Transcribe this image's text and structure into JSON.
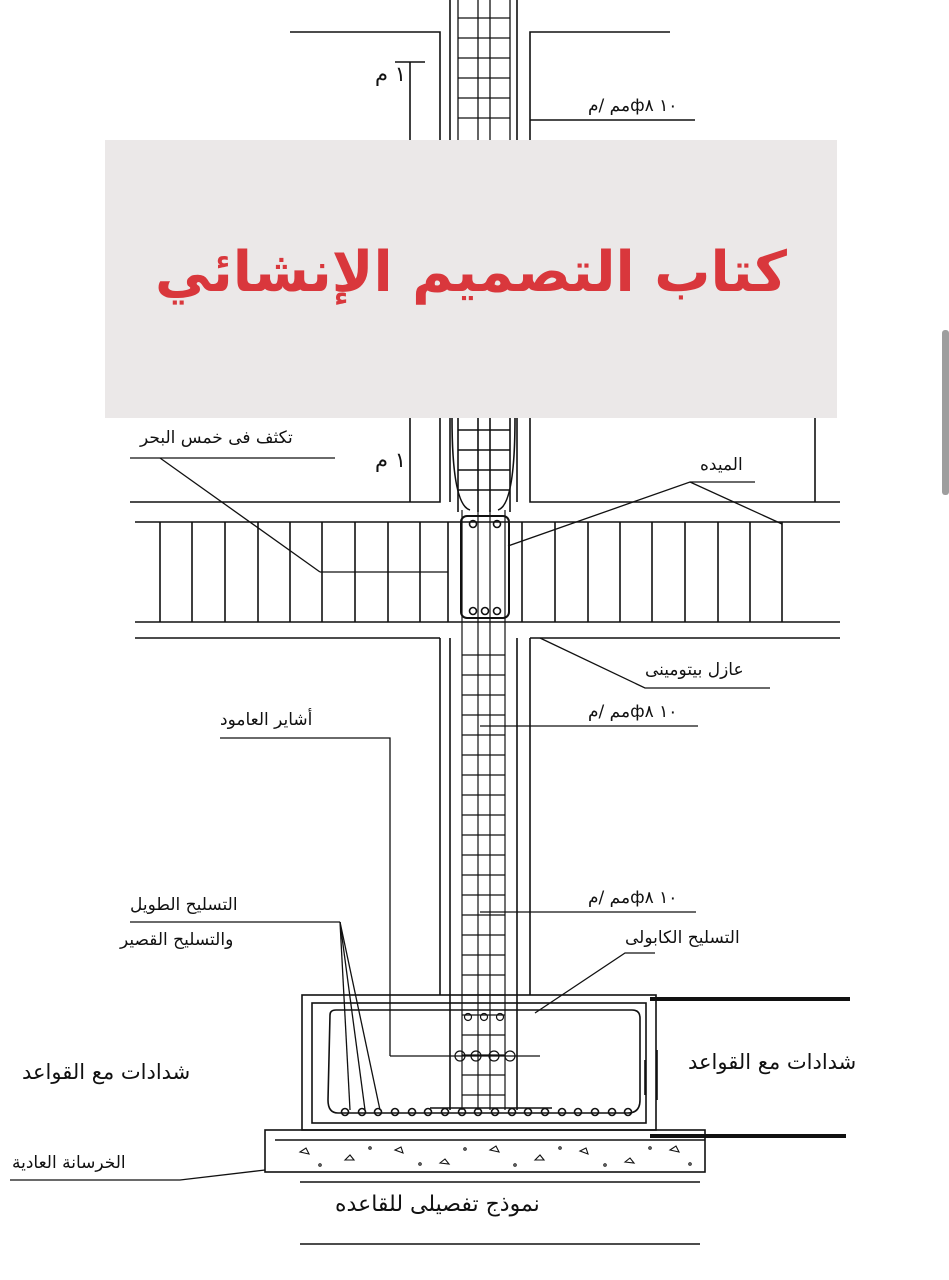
{
  "banner": {
    "title": "كتاب التصميم الإنشائي",
    "title_color": "#d9373c",
    "background": "#ebe8e8"
  },
  "labels": {
    "dim_top": "١ م",
    "dim_mid": "١ م",
    "rebar_top": "١٠ ф٨مم /م",
    "settle": "تكثف فى خمس البحر",
    "tie_beam": "الميده",
    "bitumen": "عازل بيتومينى",
    "starter_bars": "أشاير العامود",
    "rebar_mid": "١٠ ф٨مم /م",
    "rebar_low": "١٠ ф٨مم /م",
    "long_short_1": "التسليح الطويل",
    "long_short_2": "والتسليح القصير",
    "cantilever": "التسليح الكابولى",
    "formwork_left": "شدادات مع القواعد",
    "formwork_right": "شدادات مع القواعد",
    "plain_concrete": "الخرسانة العادية",
    "caption": "نموذج تفصيلى للقاعده"
  }
}
